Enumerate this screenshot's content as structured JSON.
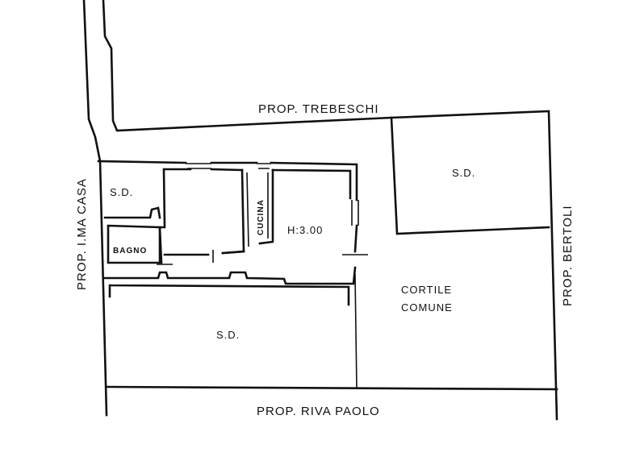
{
  "labels": {
    "prop_trebeschi": "PROP. TREBESCHI",
    "prop_riva_paolo": "PROP. RIVA PAOLO",
    "prop_bertoli": "PROP. BERTOLI",
    "prop_ima_casa": "PROP. I.MA CASA",
    "cortile_line1": "CORTILE",
    "cortile_line2": "COMUNE",
    "sd_top_left": "S.D.",
    "sd_top_right": "S.D.",
    "sd_bottom": "S.D.",
    "bagno": "BAGNO",
    "cucina": "CUCINA",
    "height": "H:3.00"
  },
  "colors": {
    "ink": "#111111",
    "paper": "#ffffff"
  }
}
